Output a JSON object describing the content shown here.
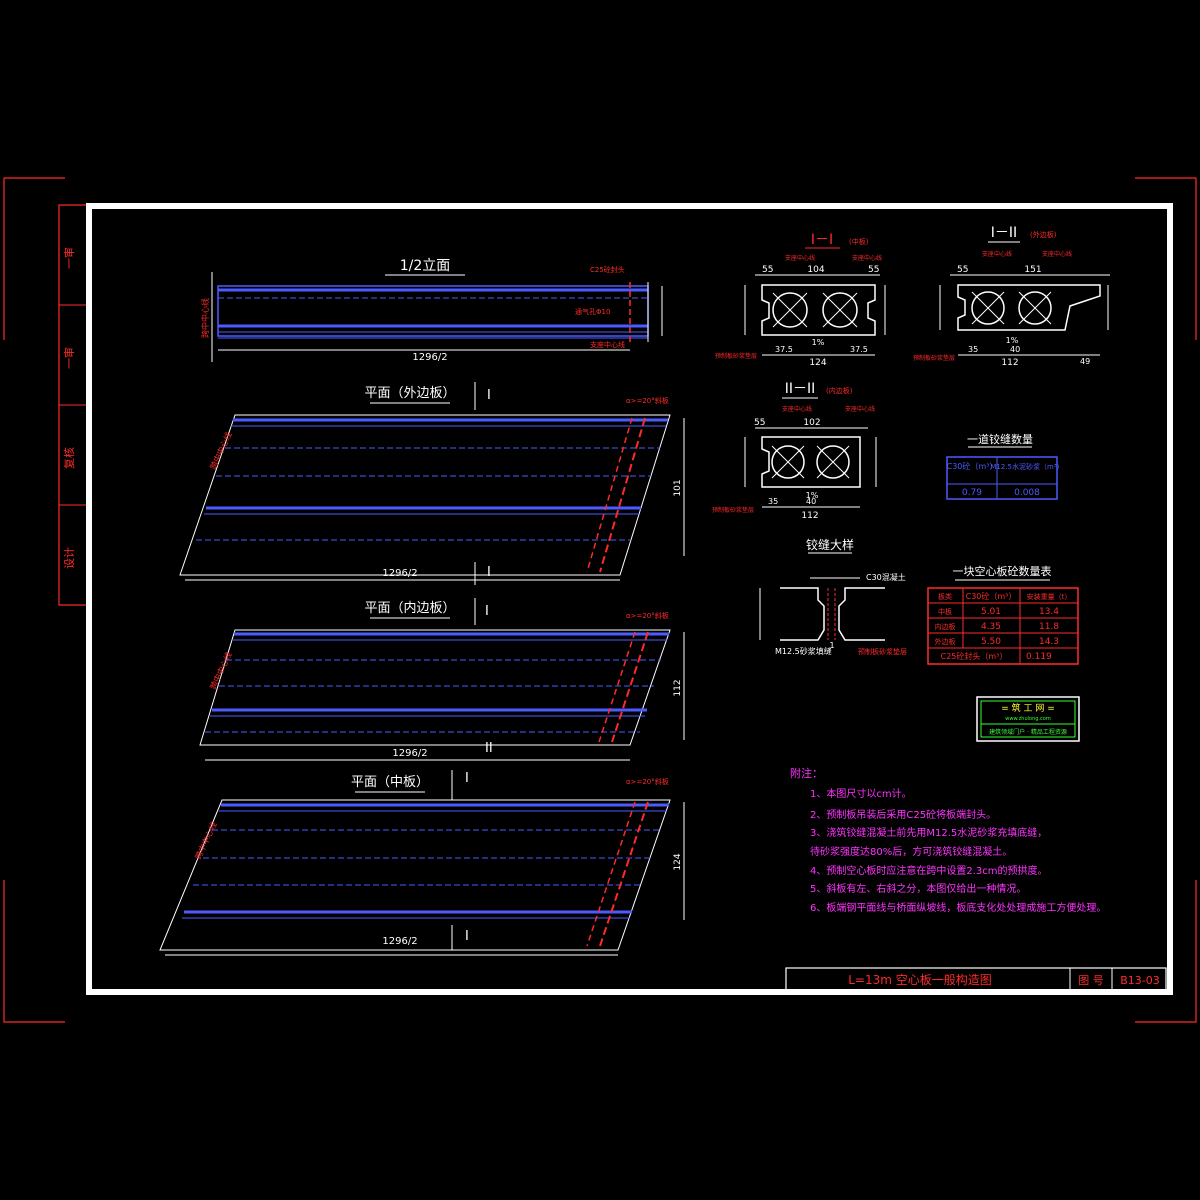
{
  "side_labels": [
    "一审",
    "一审",
    "复核",
    "设计"
  ],
  "views": {
    "elevation_title": "1/2立面",
    "plan_outer_title": "平面（外边板）",
    "plan_inner_title": "平面（内边板）",
    "plan_mid_title": "平面（中板）",
    "elev_dim": "1296/2",
    "plan_dim": "1296/2",
    "section_mark_1": "I",
    "section_mark_2": "II",
    "plan_outer_right_dim": "101",
    "plan_inner_right_dim": "112",
    "plan_mid_right_dim": "124",
    "skew_note": "α>=20°斜板"
  },
  "sections": {
    "s1_title": "I－I",
    "s1_sub": "(中板)",
    "s1_top": "104",
    "s1_left": "55",
    "s1_right": "55",
    "s1_bottom": "124",
    "s1_b1": "37.5",
    "s1_b2": "37.5",
    "s1_slope": "1%",
    "s2_title": "I－II",
    "s2_sub": "(外边板)",
    "s2_top": "151",
    "s2_left": "55",
    "s2_bottom": "112",
    "s2_b1": "35",
    "s2_b2": "40",
    "s2_b3": "49",
    "s2_slope": "1%",
    "s3_title": "II－II",
    "s3_sub": "(内边板)",
    "s3_top": "102",
    "s3_left": "55",
    "s3_bottom": "112",
    "s3_b1": "35",
    "s3_b2": "40",
    "s3_slope": "1%",
    "joint_title": "铰缝大样",
    "joint_c30": "C30混凝土",
    "joint_m125": "M12.5砂浆填缝",
    "joint_other": "预制板砂浆垫层"
  },
  "table1": {
    "title": "一道铰缝数量",
    "head": [
      "C30砼（m³）",
      "M12.5水泥砂浆（m³）"
    ],
    "row": [
      "0.79",
      "0.008"
    ]
  },
  "table2": {
    "title": "一块空心板砼数量表",
    "head": [
      "板类",
      "C30砼（m³）",
      "安装重量（t）"
    ],
    "rows": [
      [
        "中板",
        "5.01",
        "13.4"
      ],
      [
        "内边板",
        "4.35",
        "11.8"
      ],
      [
        "外边板",
        "5.50",
        "14.3"
      ]
    ],
    "footer_label": "C25砼封头（m³）",
    "footer_value": "0.119"
  },
  "logo": {
    "title": "= 筑 工 网 =",
    "url": "www.zhulong.com",
    "sub": "建筑领域门户 · 精品工程资源"
  },
  "notes": {
    "heading": "附注：",
    "items": [
      "1、本图尺寸以cm计。",
      "2、预制板吊装后采用C25砼将板端封头。",
      "3、浇筑铰缝混凝土前先用M12.5水泥砂浆充填底缝，",
      "     待砂浆强度达80%后，方可浇筑铰缝混凝土。",
      "4、预制空心板时应注意在跨中设置2.3cm的预拱度。",
      "5、斜板有左、右斜之分，本图仅给出一种情况。",
      "6、板端钢平面线与桥面纵坡线，板底支化处处理成施工方便处理。"
    ]
  },
  "title_block": {
    "title": "L=13m  空心板一般构造图",
    "drawing_no_label": "图 号",
    "drawing_no": "B13-03"
  }
}
